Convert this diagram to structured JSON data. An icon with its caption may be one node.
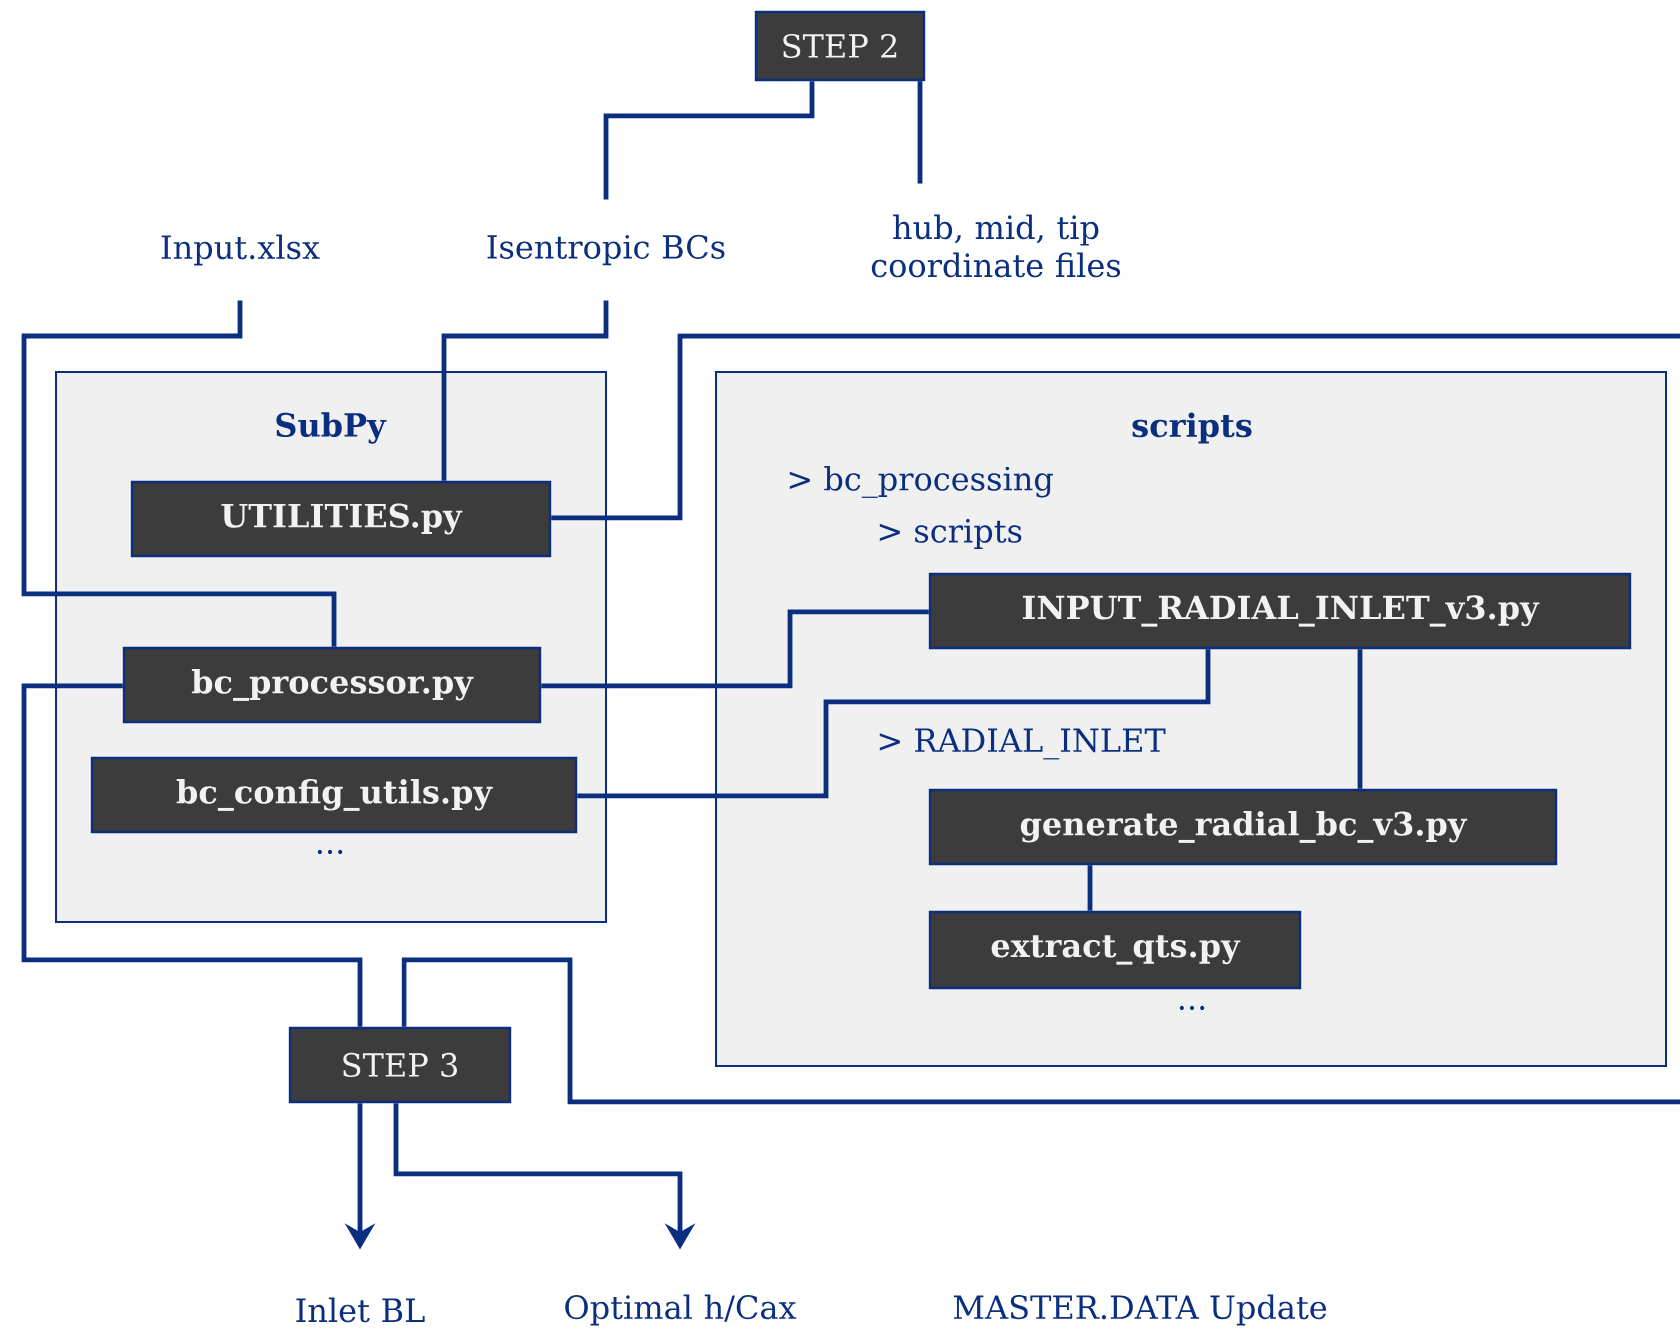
{
  "diagram": {
    "nodes": [
      {
        "text": [
          "STEP 2"
        ]
      },
      {
        "text": [
          "Input.xlsx"
        ]
      },
      {
        "text": [
          "Isentropic BCs"
        ]
      },
      {
        "text": [
          "hub, mid, tip coordinate files"
        ]
      },
      {
        "text": [
          "SubPy",
          "..."
        ]
      },
      {
        "text": [
          "UTILITIES.py"
        ],
        "in": 4
      },
      {
        "text": [
          "bc_processor.py"
        ],
        "in": 4
      },
      {
        "text": [
          "bc_config_utils.py"
        ],
        "in": 4
      },
      {
        "text": [
          "scripts",
          "> bc_processing",
          "> scripts",
          "> RADIAL_INLET",
          "..."
        ]
      },
      {
        "text": [
          "INPUT_RADIAL_INLET_v3.py"
        ],
        "in": 8
      },
      {
        "text": [
          "generate_radial_bc_v3.py"
        ],
        "in": 8
      },
      {
        "text": [
          "extract_qts.py"
        ],
        "in": 8
      },
      {
        "text": [
          "STEP 3"
        ]
      },
      {
        "text": [
          "Inlet BL"
        ]
      },
      {
        "text": [
          "Optimal h/Cax"
        ]
      }
    ],
    "edges": [
      {
        "from": 0,
        "to": 2,
        "arrow": "none"
      },
      {
        "from": 0,
        "to": 3,
        "arrow": "none"
      },
      {
        "from": 1,
        "to": 6,
        "arrow": "none"
      },
      {
        "from": 2,
        "to": 5,
        "arrow": "none"
      },
      {
        "from": 5,
        "to": 12,
        "arrow": "none"
      },
      {
        "from": 6,
        "to": 12,
        "arrow": "none"
      },
      {
        "from": 6,
        "to": 9,
        "arrow": "none"
      },
      {
        "from": 7,
        "to": 9,
        "arrow": "none"
      },
      {
        "from": 9,
        "to": 10,
        "arrow": "none"
      },
      {
        "from": 10,
        "to": 11,
        "arrow": "none"
      },
      {
        "from": 12,
        "to": 13,
        "arrow": "to"
      },
      {
        "from": 12,
        "to": 14,
        "arrow": "to"
      }
    ],
    "labels": [
      "MASTER.DATA Update"
    ]
  }
}
